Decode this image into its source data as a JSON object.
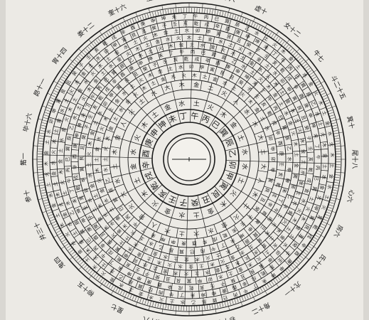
{
  "image": {
    "subject": "luopan-compass-diagram"
  },
  "palette": {
    "paper": "#eceae5",
    "ink": "#1a1a1a",
    "background": "#d9d7d2"
  },
  "inner_ring": {
    "labels": [
      "卯",
      "甲",
      "寅",
      "艮",
      "丑",
      "癸",
      "子",
      "壬",
      "亥",
      "乾",
      "戌",
      "辛",
      "酉",
      "庚",
      "申",
      "坤",
      "未",
      "丁",
      "午",
      "丙",
      "巳",
      "巽",
      "辰",
      "乙"
    ]
  },
  "ring_2": {
    "labels": [
      "水",
      "土",
      "火",
      "木",
      "金",
      "土",
      "水",
      "金",
      "火",
      "木",
      "土",
      "金",
      "水",
      "火",
      "木",
      "土",
      "金",
      "水",
      "土",
      "火",
      "木",
      "金",
      "土",
      "水"
    ]
  },
  "ring_3": {
    "labels": [
      "大",
      "人",
      "木",
      "土",
      "火",
      "金",
      "水",
      "大",
      "土",
      "木",
      "人",
      "金",
      "火",
      "大",
      "水",
      "土",
      "木",
      "金",
      "人",
      "火",
      "土",
      "水",
      "大",
      "木",
      "金",
      "土",
      "火",
      "人",
      "水",
      "木",
      "大",
      "土"
    ]
  },
  "outer_labels": [
    "亖十六度",
    "危十六",
    "虚十",
    "女十二",
    "牛七",
    "斗二十五",
    "箕十",
    "尾十八",
    "心六",
    "房六",
    "氐十七",
    "亢十一",
    "角十二",
    "轸十七",
    "翼二十",
    "张十八",
    "星七",
    "柳十五",
    "鬼四",
    "井三十",
    "参十",
    "觜一",
    "毕十六",
    "昴十一",
    "胃十四",
    "娄十二",
    "奎十六",
    "壁九"
  ]
}
